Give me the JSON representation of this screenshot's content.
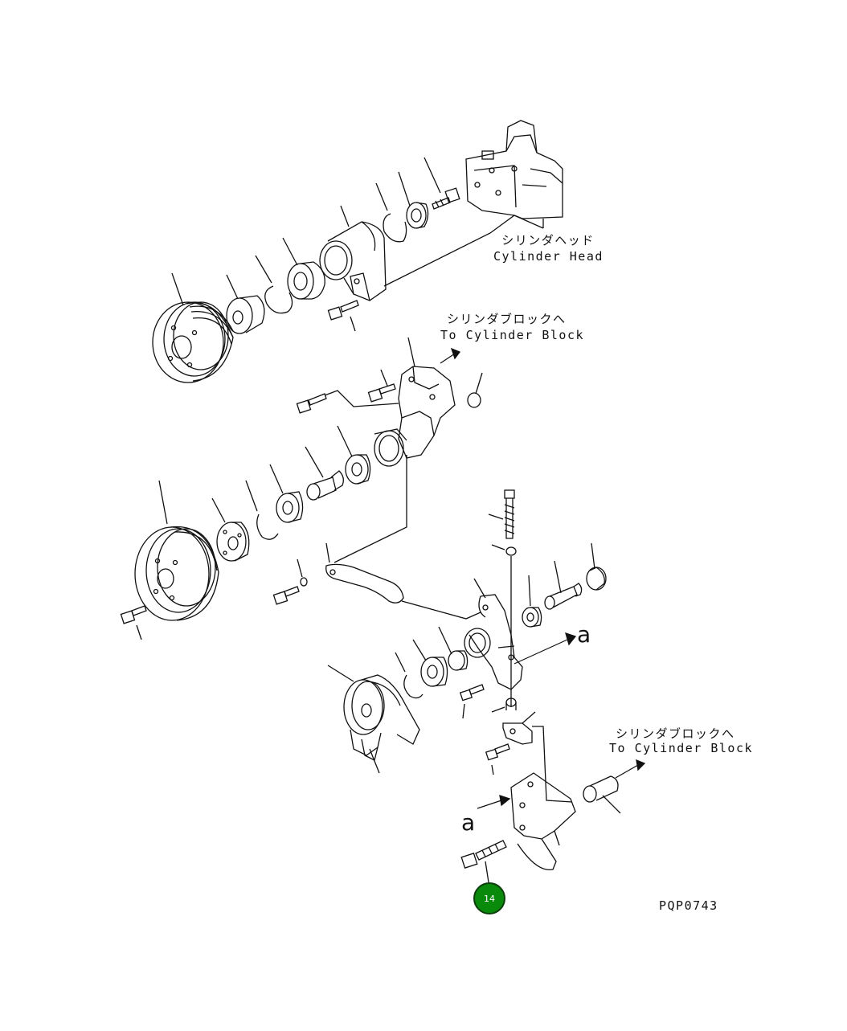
{
  "labels": {
    "cylinder_head_jp": "シリンダヘッド",
    "cylinder_head_en": "Cylinder Head",
    "to_block_top_jp": "シリンダブロックへ",
    "to_block_top_en": "To Cylinder Block",
    "to_block_bottom_jp": "シリンダブロックへ",
    "to_block_bottom_en": "To Cylinder Block",
    "arrow_a_right": "a",
    "arrow_a_left": "a",
    "drawing_id": "PQP0743"
  },
  "callouts": [
    {
      "number": "14",
      "color": "#0a8a0a"
    }
  ],
  "colors": {
    "line": "#111111",
    "background": "#ffffff",
    "callout": "#0a8a0a"
  }
}
